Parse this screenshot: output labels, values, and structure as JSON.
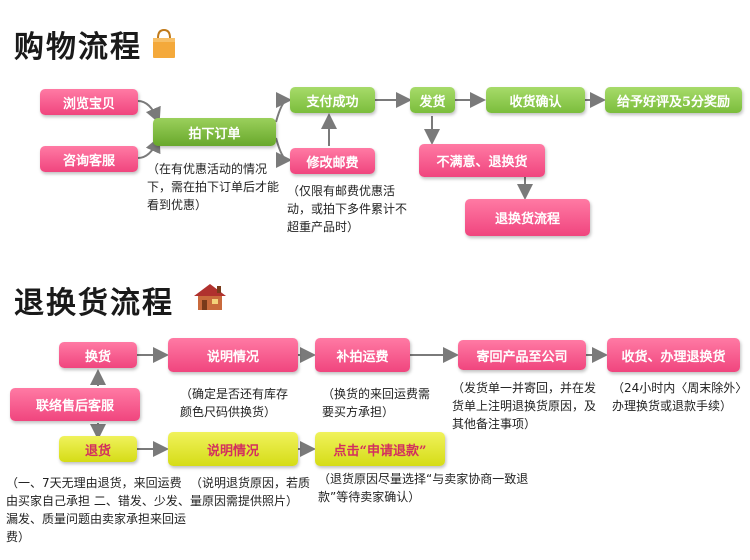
{
  "purchase": {
    "title": "购物流程",
    "nodes": {
      "browse": "浏览宝贝",
      "consult": "咨询客服",
      "order": "拍下订单",
      "pay_success": "支付成功",
      "modify_postage": "修改邮费",
      "ship": "发货",
      "confirm_receipt": "收货确认",
      "review": "给予好评及5分奖励",
      "unsatisfied": "不满意、退换货",
      "return_flow": "退换货流程"
    },
    "notes": {
      "order": "（在有优惠活动的情况下，需在拍下订单后才能看到优惠）",
      "postage": "（仅限有邮费优惠活动，或拍下多件累计不超重产品时）"
    }
  },
  "returns": {
    "title": "退换货流程",
    "nodes": {
      "exchange": "换货",
      "explain1": "说明情况",
      "pay_shipping": "补拍运费",
      "send_back": "寄回产品至公司",
      "receive_handle": "收货、办理退换货",
      "contact_cs": "联络售后客服",
      "refund": "退货",
      "explain2": "说明情况",
      "apply_refund": "点击“申请退款”"
    },
    "notes": {
      "explain1": "（确定是否还有库存颜色尺码供换货）",
      "pay_shipping": "（换货的来回运费需要买方承担）",
      "send_back": "（发货单一并寄回，并在发货单上注明退换货原因，及其他备注事项）",
      "receive_handle": "（24小时内〈周末除外〉办理换货或退款手续）",
      "refund": "（一、7天无理由退货，来回运费由买家自己承担  二、错发、少发、漏发、质量问题由卖家承担来回运费）",
      "explain2": "（说明退货原因，若质量原因需提供照片）",
      "apply_refund": "（退货原因尽量选择“与卖家协商一致退款”等待卖家确认）"
    }
  },
  "colors": {
    "pink": "#f0457e",
    "green": "#7bbd3c",
    "yellow": "#d5dc16",
    "arrow": "#7a7a7a",
    "bag": "#f4a93b",
    "house_roof": "#b0312e",
    "house_wall": "#c96a3c"
  },
  "icons": [
    "shopping-bag-icon",
    "house-icon"
  ]
}
